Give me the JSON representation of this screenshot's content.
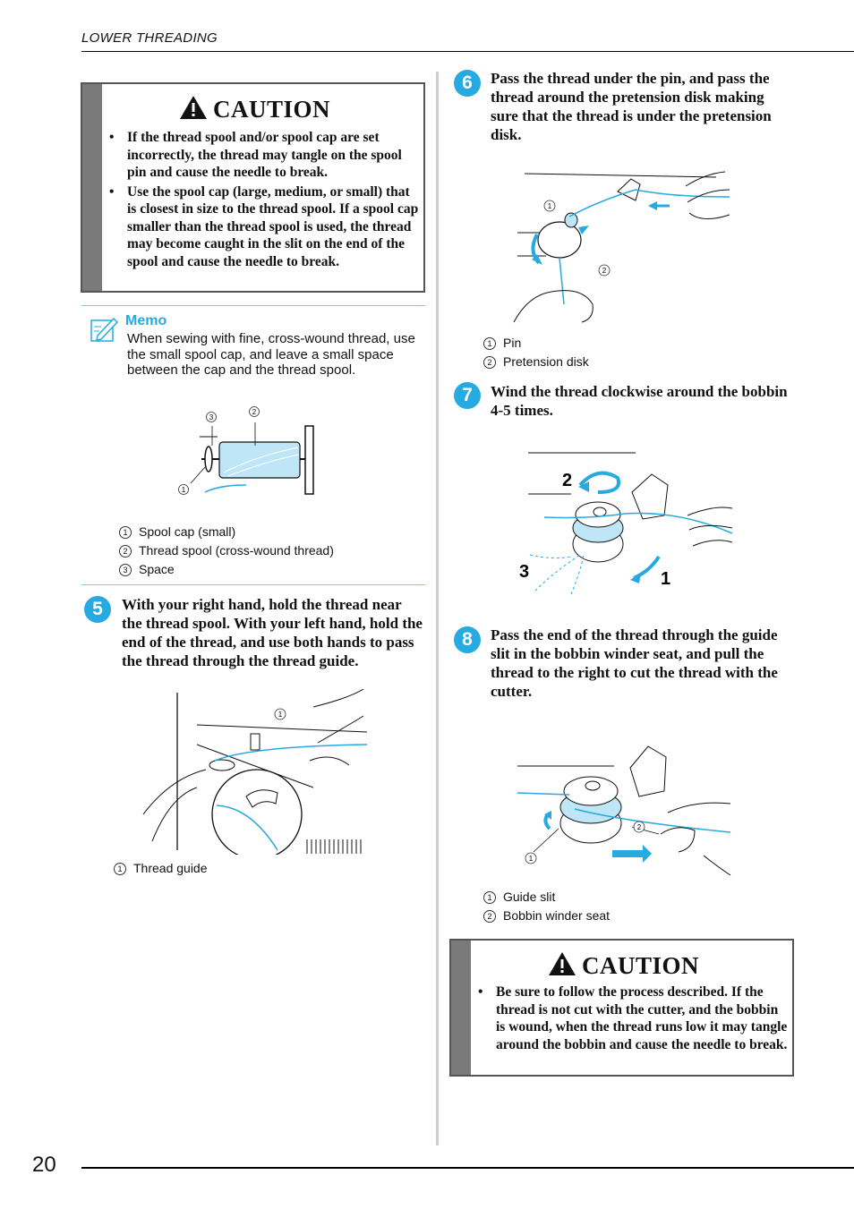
{
  "header": {
    "section": "LOWER THREADING"
  },
  "page_number": "20",
  "caution_word": "CAUTION",
  "caution1": {
    "items": [
      "If the thread spool and/or spool cap are set incorrectly, the thread may tangle on the spool pin and cause the needle to break.",
      "Use the spool cap (large, medium, or small) that is closest in size to the thread spool. If a spool cap smaller than the thread spool is used, the thread may become caught in the slit on the end of the spool and cause the needle to break."
    ]
  },
  "memo": {
    "label": "Memo",
    "text": "When sewing with fine, cross-wound thread, use the small spool cap, and leave a small space between the cap and the thread spool.",
    "callouts": [
      "1",
      "2",
      "3"
    ],
    "legend": [
      {
        "num": "1",
        "text": "Spool cap (small)"
      },
      {
        "num": "2",
        "text": "Thread spool (cross-wound thread)"
      },
      {
        "num": "3",
        "text": "Space"
      }
    ]
  },
  "step5": {
    "number": "5",
    "text": "With your right hand, hold the thread near the thread spool. With your left hand, hold the end of the thread, and use both hands to pass the thread through the thread guide.",
    "callout": "1",
    "legend": [
      {
        "num": "1",
        "text": "Thread guide"
      }
    ]
  },
  "step6": {
    "number": "6",
    "text": "Pass the thread under the pin, and pass the thread around the pretension disk making sure that the thread is under the pretension disk.",
    "callouts": [
      "1",
      "2"
    ],
    "legend": [
      {
        "num": "1",
        "text": "Pin"
      },
      {
        "num": "2",
        "text": "Pretension disk"
      }
    ]
  },
  "step7": {
    "number": "7",
    "text": "Wind the thread clockwise around the bobbin 4-5 times.",
    "figure_labels": [
      "1",
      "2",
      "3"
    ]
  },
  "step8": {
    "number": "8",
    "text": "Pass the end of the thread through the guide slit in the bobbin winder seat, and pull the thread to the right to cut the thread with the cutter.",
    "callouts": [
      "1",
      "2"
    ],
    "legend": [
      {
        "num": "1",
        "text": "Guide slit"
      },
      {
        "num": "2",
        "text": "Bobbin winder seat"
      }
    ]
  },
  "caution2": {
    "items": [
      "Be sure to follow the process described. If the thread is not cut with the cutter, and the bobbin is wound, when the thread runs low it may tangle around the bobbin and cause the needle to break."
    ]
  },
  "colors": {
    "accent": "#27a9e1",
    "stripe": "#7a7a7a",
    "text": "#111111"
  }
}
